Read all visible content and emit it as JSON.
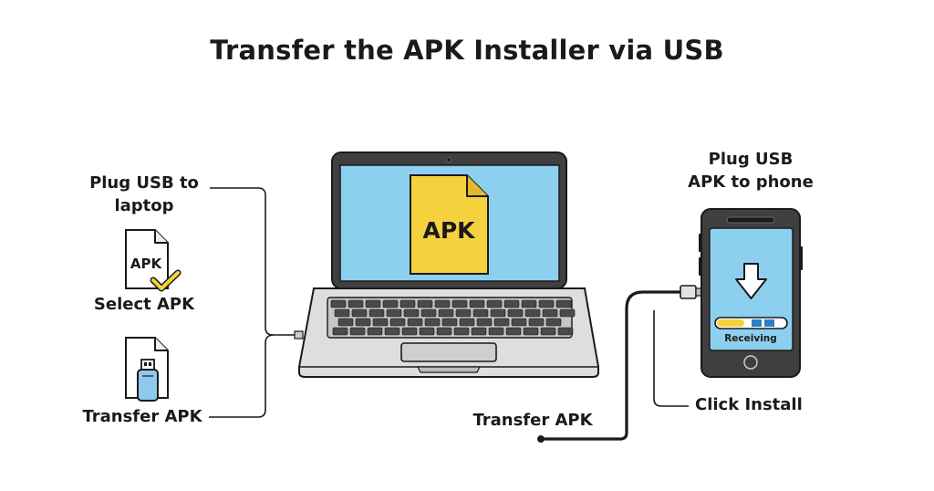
{
  "title": "Transfer the APK Installer via USB",
  "left": {
    "plug_line1": "Plug USB to",
    "plug_line2": "laptop",
    "file_icon_text": "APK",
    "select_label": "Select APK",
    "transfer_label": "Transfer APK"
  },
  "laptop": {
    "file_label": "APK"
  },
  "right": {
    "plug_line1": "Plug USB",
    "plug_line2": "APK to phone",
    "receiving_label": "Receiving",
    "click_install_label": "Click Install",
    "transfer_label": "Transfer APK"
  },
  "colors": {
    "screen": "#8dcfee",
    "apk_yellow": "#f6d13e",
    "progress_blue": "#2f7fc7",
    "usb_blue": "#8ec8ec",
    "outline": "#1a1a1a"
  }
}
